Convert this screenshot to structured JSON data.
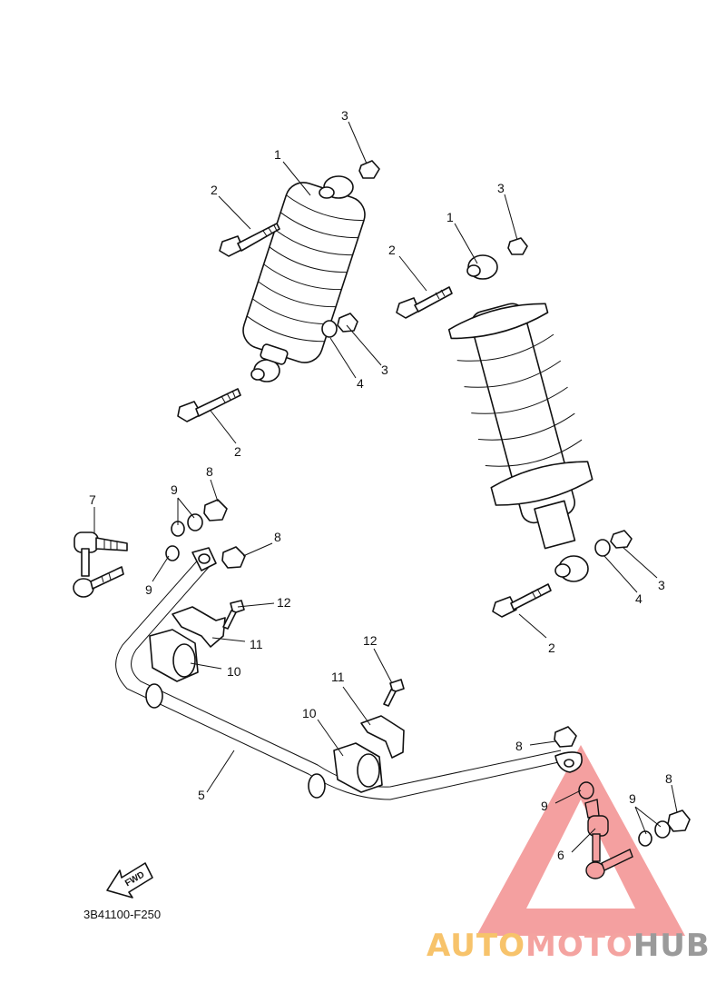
{
  "diagram": {
    "code": "3B41100-F250",
    "fwd_label": "FWD",
    "labels": {
      "L1a": "1",
      "L1b": "1",
      "L2a": "2",
      "L2b": "2",
      "L2c": "2",
      "L2d": "2",
      "L3a": "3",
      "L3b": "3",
      "L3c": "3",
      "L3d": "3",
      "L4a": "4",
      "L4b": "4",
      "L5": "5",
      "L6": "6",
      "L7": "7",
      "L8a": "8",
      "L8b": "8",
      "L8c": "8",
      "L8d": "8",
      "L9a": "9",
      "L9b": "9",
      "L9c": "9",
      "L9d": "9",
      "L10a": "10",
      "L10b": "10",
      "L11a": "11",
      "L11b": "11",
      "L12a": "12",
      "L12b": "12"
    }
  },
  "watermark": {
    "part1": "AUTO",
    "part2": "MOTO",
    "part3": "HUB",
    "colors": {
      "part1": "#f7c36b",
      "part2": "#f4a3a0",
      "part3": "#9a9a9a",
      "triangle": "#f08080"
    }
  }
}
